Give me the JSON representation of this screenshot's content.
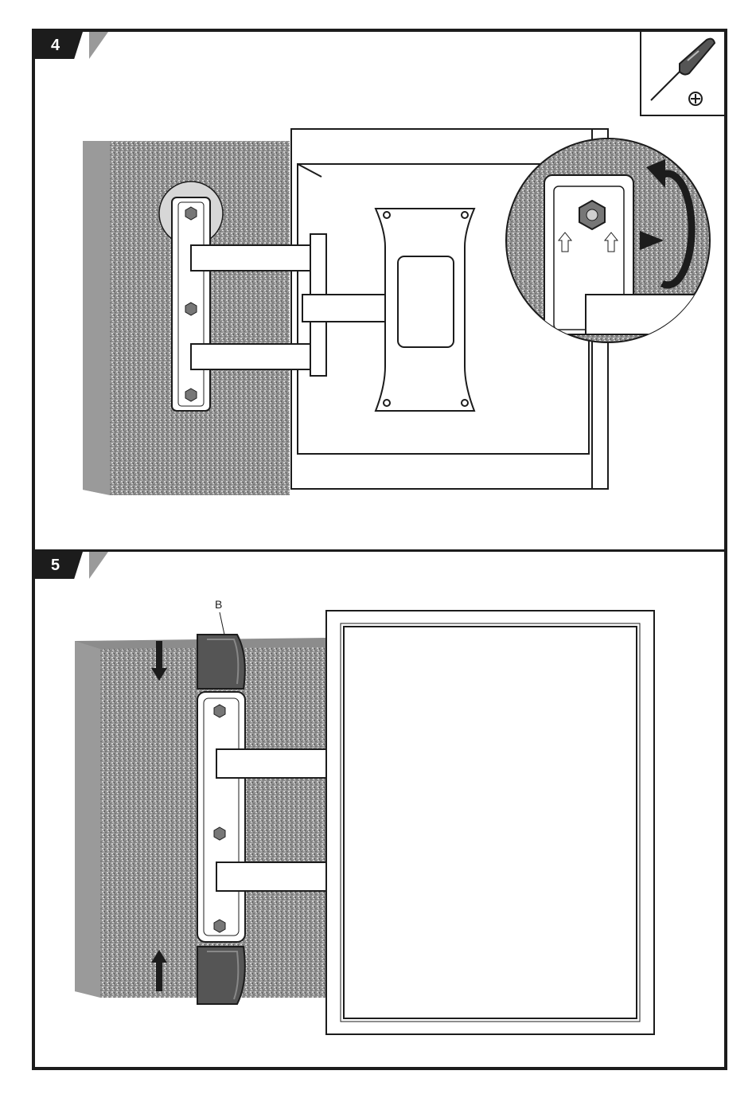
{
  "steps": [
    {
      "number": "4"
    },
    {
      "number": "5"
    }
  ],
  "tools": {
    "icons": [
      "screwdriver-icon",
      "phillips-head-icon"
    ]
  },
  "labels": {
    "wall_cover": "B"
  },
  "colors": {
    "ink": "#1c1c1c",
    "badge_shade": "#9a9a9a",
    "wall_face": "#9a9a9a",
    "wall_edge": "#8c8c8c",
    "cover": "#555555"
  }
}
